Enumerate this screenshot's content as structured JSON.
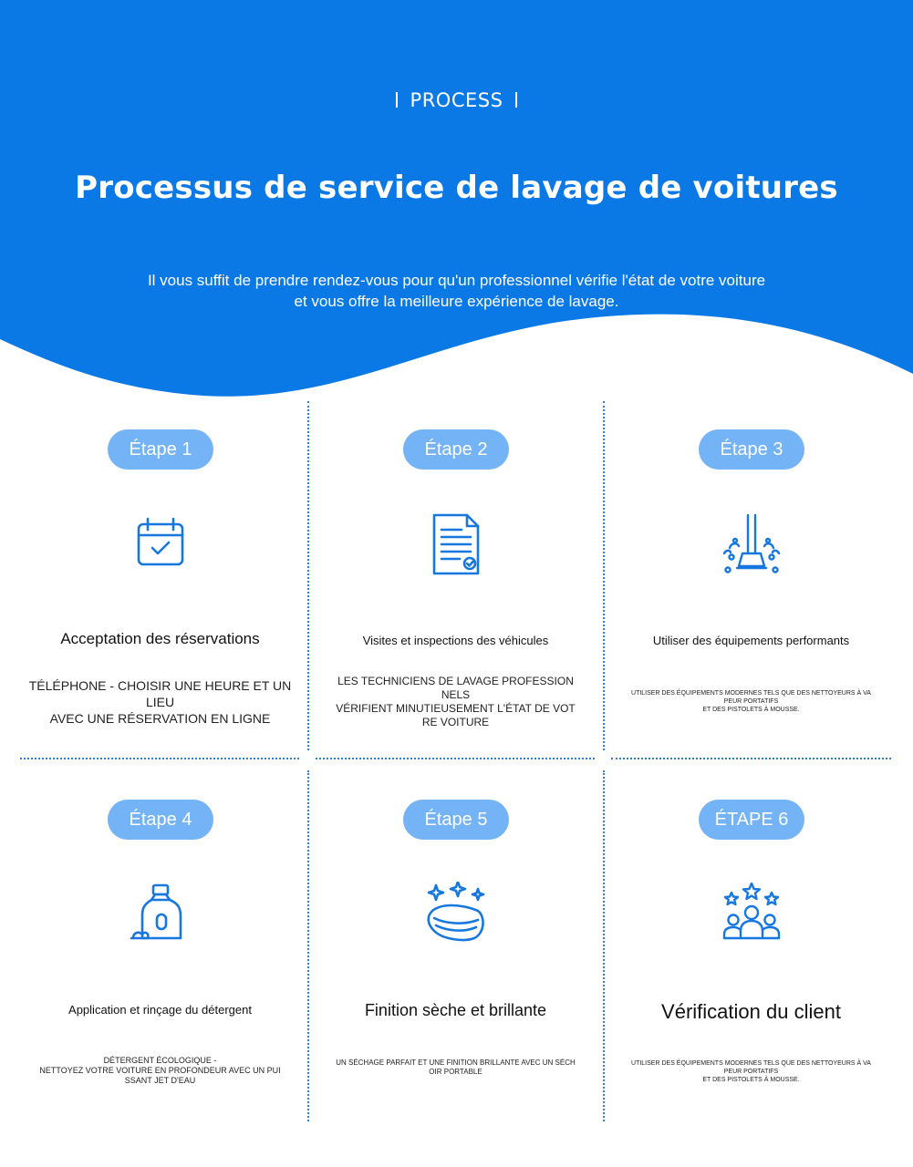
{
  "colors": {
    "brand_blue": "#0a79e6",
    "pill_blue": "#74b3f5",
    "divider_blue": "#2f7fd9"
  },
  "hero": {
    "eyebrow": "PROCESS",
    "title": "Processus de service de lavage de voitures",
    "subtitle_line1": "Il vous suffit de prendre rendez-vous pour qu'un professionnel vérifie l'état de votre voiture",
    "subtitle_line2": "et vous offre la meilleure expérience de lavage."
  },
  "steps": [
    {
      "badge": "Étape 1",
      "icon": "calendar-check-icon",
      "title": "Acceptation des réservations",
      "description": "TÉLÉPHONE - CHOISIR UNE HEURE ET UN LIEU\nAVEC UNE RÉSERVATION EN LIGNE"
    },
    {
      "badge": "Étape 2",
      "icon": "document-check-icon",
      "title": "Visites et inspections des véhicules",
      "description": "LES TECHNICIENS DE LAVAGE PROFESSIONNELS\nVÉRIFIENT MINUTIEUSEMENT L'ÉTAT DE VOTRE VOITURE"
    },
    {
      "badge": "Étape 3",
      "icon": "pressure-washer-icon",
      "title": "Utiliser des équipements performants",
      "description": "UTILISER DES ÉQUIPEMENTS MODERNES TELS QUE DES NETTOYEURS À VAPEUR PORTATIFS\nET DES PISTOLETS À MOUSSE."
    },
    {
      "badge": "Étape 4",
      "icon": "detergent-bottle-icon",
      "title": "Application et rinçage du détergent",
      "description": "DÉTERGENT ÉCOLOGIQUE -\nNETTOYEZ VOTRE VOITURE EN PROFONDEUR AVEC UN PUISSANT JET D'EAU"
    },
    {
      "badge": "Étape 5",
      "icon": "sparkling-towel-icon",
      "title": "Finition sèche et brillante",
      "description": "UN SÉCHAGE PARFAIT ET UNE FINITION BRILLANTE AVEC UN SÉCHOIR PORTABLE"
    },
    {
      "badge": "ÉTAPE 6",
      "icon": "customer-rating-icon",
      "title": "Vérification du client",
      "description": "UTILISER DES ÉQUIPEMENTS MODERNES TELS QUE DES NETTOYEURS À VAPEUR PORTATIFS\nET DES PISTOLETS À MOUSSE."
    }
  ]
}
